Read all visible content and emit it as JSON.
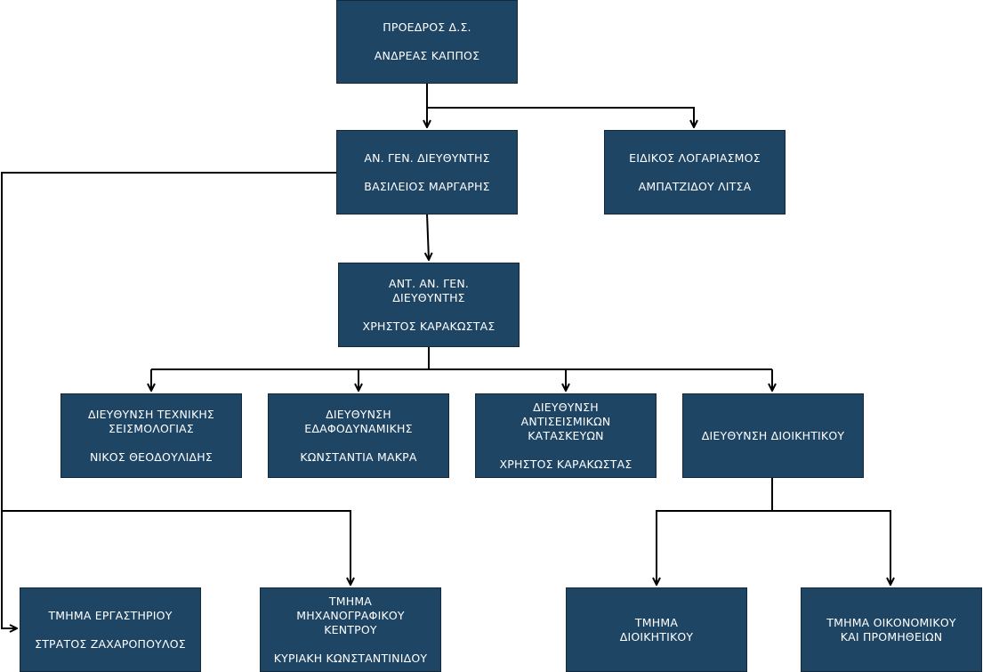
{
  "nodes": {
    "chairman": {
      "title": "ΠΡΟΕΔΡΟΣ Δ.Σ.",
      "name": "ΑΝΔΡΕΑΣ ΚΑΠΠΟΣ"
    },
    "deputy_gm": {
      "title": "ΑΝ. ΓΕΝ. ΔΙΕΥΘΥΝΤΗΣ",
      "name": "ΒΑΣΙΛΕΙΟΣ ΜΑΡΓΑΡΗΣ"
    },
    "special_accountant": {
      "title": "ΕΙΔΙΚΟΣ ΛΟΓΑΡΙΑΣΜΟΣ",
      "name": "ΑΜΠΑΤΖΙΔΟΥ ΛΙΤΣΑ"
    },
    "vice_deputy_gm": {
      "title": "ΑΝΤ. ΑΝ. ΓΕΝ.\nΔΙΕΥΘΥΝΤΗΣ",
      "name": "ΧΡΗΣΤΟΣ ΚΑΡΑΚΩΣΤΑΣ"
    },
    "dir_seismology": {
      "title": "ΔΙΕΥΘΥΝΣΗ ΤΕΧΝΙΚΗΣ\nΣΕΙΣΜΟΛΟΓΙΑΣ",
      "name": "ΝΙΚΟΣ ΘΕΟΔΟΥΛΙΔΗΣ"
    },
    "dir_soil": {
      "title": "ΔΙΕΥΘΥΝΣΗ\nΕΔΑΦΟΔΥΝΑΜΙΚΗΣ",
      "name": "ΚΩΝΣΤΑΝΤΙΑ ΜΑΚΡΑ"
    },
    "dir_antiseismic": {
      "title": "ΔΙΕΥΘΥΝΣΗ\nΑΝΤΙΣΕΙΣΜΙΚΩΝ\nΚΑΤΑΣΚΕΥΩΝ",
      "name": "ΧΡΗΣΤΟΣ ΚΑΡΑΚΩΣΤΑΣ"
    },
    "dir_admin": {
      "title": "ΔΙΕΥΘΥΝΣΗ ΔΙΟΙΚΗΤΙΚΟΥ",
      "name": ""
    },
    "dept_lab": {
      "title": "ΤΜΗΜΑ ΕΡΓΑΣΤΗΡΙΟΥ",
      "name": "ΣΤΡΑΤΟΣ ΖΑΧΑΡΟΠΟΥΛΟΣ"
    },
    "dept_computing": {
      "title": "ΤΜΗΜΑ\nΜΗΧΑΝΟΓΡΑΦΙΚΟΥ\nΚΕΝΤΡΟΥ",
      "name": "ΚΥΡΙΑΚΗ ΚΩΝΣΤΑΝΤΙΝΙΔΟΥ"
    },
    "dept_admin": {
      "title": "ΤΜΗΜΑ\nΔΙΟΙΚΗΤΙΚΟΥ",
      "name": ""
    },
    "dept_finance": {
      "title": "ΤΜΗΜΑ ΟΙΚΟΝΟΜΙΚΟΥ\nΚΑΙ ΠΡΟΜΗΘΕΙΩΝ",
      "name": ""
    }
  },
  "colors": {
    "box_fill": "#1f4564",
    "box_border": "#12293c",
    "text": "#ffffff",
    "connector": "#000000"
  }
}
